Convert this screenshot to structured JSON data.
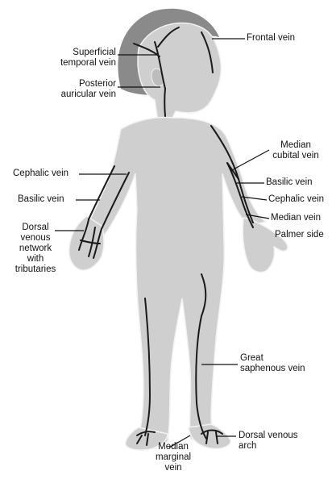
{
  "labels": {
    "frontal_vein": "Frontal vein",
    "superficial_temporal_vein": [
      "Superficial",
      "temporal vein"
    ],
    "posterior_auricular_vein": [
      "Posterior",
      "auricular vein"
    ],
    "cephalic_vein_left": "Cephalic vein",
    "basilic_vein_left": "Basilic vein",
    "dorsal_venous_network": [
      "Dorsal",
      "venous",
      "network",
      "with",
      "tributaries"
    ],
    "median_cubital_vein": [
      "Median",
      "cubital vein"
    ],
    "basilic_vein_right": "Basilic vein",
    "cephalic_vein_right": "Cephalic vein",
    "median_vein": "Median vein",
    "palmer_side": "Palmer side",
    "great_saphenous_vein": [
      "Great",
      "saphenous vein"
    ],
    "dorsal_venous_arch": [
      "Dorsal venous",
      "arch"
    ],
    "median_marginal_vein": [
      "Median",
      "marginal",
      "vein"
    ]
  },
  "colors": {
    "body_fill": "#cfcfcf",
    "body_outline": "#f2f2f2",
    "hair": "#8a8a8a",
    "vein": "#1a1a1a",
    "leader": "#111111",
    "background": "#ffffff"
  }
}
